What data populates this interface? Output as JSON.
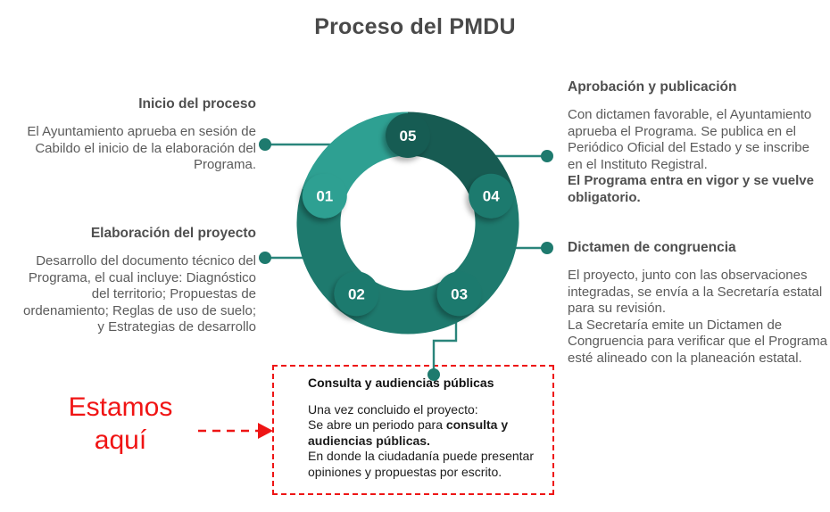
{
  "title": "Proceso del PMDU",
  "palette": {
    "teal_light": "#2EA092",
    "teal_mid": "#1E7A6E",
    "teal_dark": "#175B52",
    "connector_teal": "#2A857B",
    "red": "#EE1515",
    "heading_gray": "#4F4F4F",
    "body_gray": "#5B5B5B"
  },
  "diagram": {
    "steps": [
      {
        "number": "01"
      },
      {
        "number": "02"
      },
      {
        "number": "03"
      },
      {
        "number": "04"
      },
      {
        "number": "05"
      }
    ]
  },
  "blocks": {
    "inicio": {
      "heading": "Inicio del proceso",
      "body": "El Ayuntamiento aprueba en sesión de Cabildo el inicio de la elaboración del Programa."
    },
    "elaboracion": {
      "heading": "Elaboración del proyecto",
      "body": "Desarrollo del documento técnico del Programa, el cual incluye: Diagnóstico del territorio; Propuestas de ordenamiento; Reglas de uso de suelo; y Estrategias de desarrollo"
    },
    "aprobacion": {
      "heading": "Aprobación y publicación",
      "body": [
        {
          "t": "Con dictamen favorable, el Ayuntamiento aprueba el Programa. Se publica en el Periódico Oficial del Estado y se inscribe en el Instituto Registral.\n"
        },
        {
          "t": "El Programa entra en vigor y se vuelve obligatorio.",
          "b": true
        }
      ]
    },
    "dictamen": {
      "heading": "Dictamen de congruencia",
      "body": "El proyecto, junto con las observaciones integradas, se envía a la Secretaría estatal para su revisión.\nLa Secretaría emite un Dictamen de Congruencia para verificar que el Programa esté alineado con la planeación estatal."
    }
  },
  "consulta_box": {
    "heading": "Consulta y audiencias públicas",
    "body": [
      {
        "t": "Una vez concluido el proyecto:\nSe abre un periodo para "
      },
      {
        "t": "consulta y audiencias públicas.",
        "b": true
      },
      {
        "t": "\nEn donde la ciudadanía puede presentar opiniones y propuestas por escrito."
      }
    ]
  },
  "marker": {
    "line1": "Estamos",
    "line2": "aquí"
  }
}
